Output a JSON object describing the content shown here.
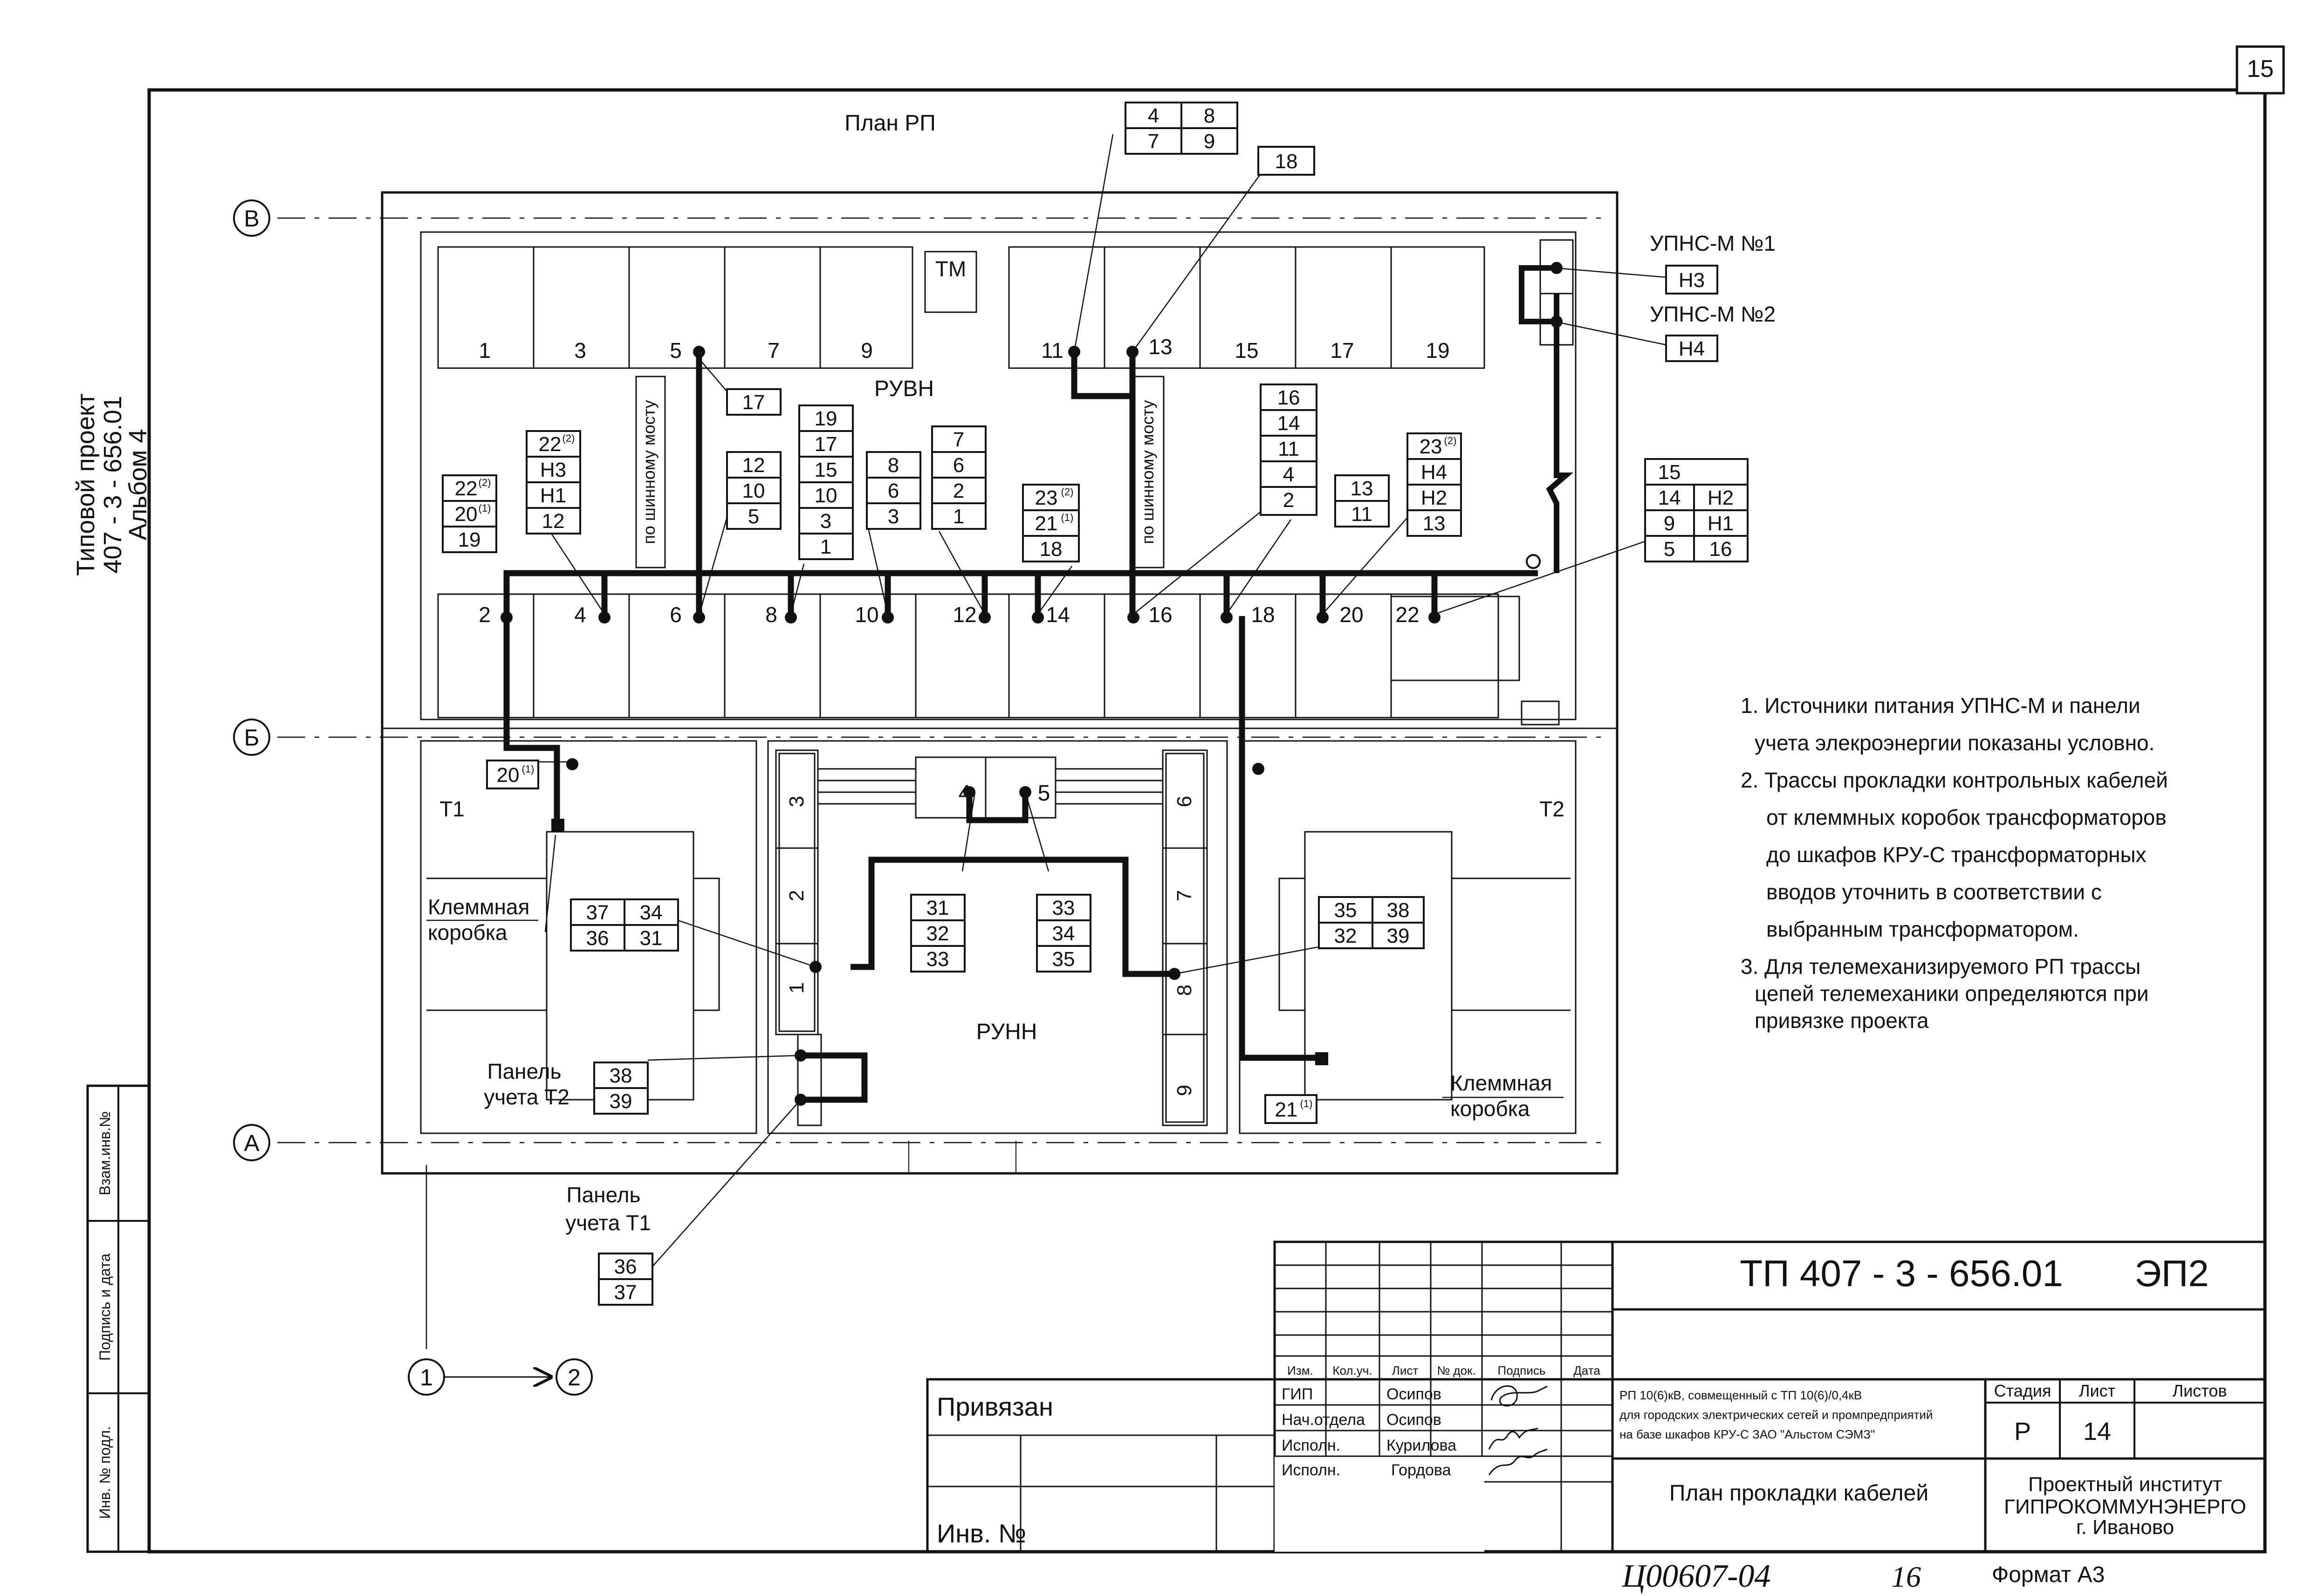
{
  "sheet_number": "15",
  "side_project": {
    "line1": "Типовой проект",
    "line2": "407 - 3 - 656.01",
    "line3": "Альбом 4"
  },
  "side_block_labels": [
    "Инв. № подл.",
    "Подпись и дата",
    "Взам.инв.№"
  ],
  "plan_title": "План РП",
  "axes": [
    "В",
    "Б",
    "А",
    "1",
    "2"
  ],
  "rooms": {
    "ruvn": "РУВН",
    "runn": "РУНН",
    "tm": "ТМ",
    "t1": "Т1",
    "t2": "Т2",
    "busbar": "по шинному мосту"
  },
  "upns": [
    "УПНС-М №1",
    "УПНС-М №2"
  ],
  "labels": {
    "terminal_box": "Клеммная",
    "terminal_box_2": "коробка",
    "panel": "Панель",
    "panel_t2": "учета Т2",
    "panel_t1": "учета Т1"
  },
  "top_cells": [
    "1",
    "3",
    "5",
    "7",
    "9",
    "11",
    "13",
    "15",
    "17",
    "19"
  ],
  "bottom_cells": [
    "2",
    "4",
    "6",
    "8",
    "10",
    "12",
    "14",
    "16",
    "18",
    "20",
    "22"
  ],
  "runn_cells": [
    "3",
    "2",
    "1",
    "6",
    "7",
    "8",
    "9",
    "4",
    "5"
  ],
  "cable_groups": {
    "top_a": [
      "4",
      "8",
      "7",
      "9"
    ],
    "top_b": [
      "18"
    ],
    "n3": [
      "Н3"
    ],
    "n4": [
      "Н4"
    ],
    "c17": [
      "17"
    ],
    "g1": [
      "22",
      "20",
      "19"
    ],
    "g2": [
      "22",
      "Н3",
      "Н1",
      "12"
    ],
    "g3": [
      "12",
      "10",
      "5"
    ],
    "g4": [
      "19",
      "17",
      "15",
      "10",
      "3",
      "1"
    ],
    "g5": [
      "8",
      "6",
      "3"
    ],
    "g6": [
      "7",
      "6",
      "2",
      "1"
    ],
    "g7": [
      "23",
      "21",
      "18"
    ],
    "g8": [
      "16",
      "14",
      "11",
      "4",
      "2"
    ],
    "g9": [
      "13",
      "11"
    ],
    "g10": [
      "23",
      "Н4",
      "Н2",
      "13"
    ],
    "g11": [
      "15",
      "14",
      "Н2",
      "9",
      "Н1",
      "5",
      "16"
    ],
    "g12": [
      "20"
    ],
    "g13": [
      "37",
      "34",
      "36",
      "31"
    ],
    "g14": [
      "31",
      "32",
      "33"
    ],
    "g15": [
      "33",
      "34",
      "35"
    ],
    "g16": [
      "35",
      "38",
      "32",
      "39"
    ],
    "g17": [
      "38",
      "39"
    ],
    "g18": [
      "21"
    ],
    "g19": [
      "36",
      "37"
    ]
  },
  "superscripts": [
    "(2)",
    "(1)"
  ],
  "notes": [
    "1. Источники питания УПНС-М и панели",
    "учета элекроэнергии показаны условно.",
    "2. Трассы прокладки контрольных кабелей",
    "от клеммных коробок трансформаторов",
    "до шкафов КРУ-С трансформаторных",
    "вводов уточнить в соответствии с",
    "выбранным трансформатором.",
    "3. Для телемеханизируемого РП трассы",
    "цепей телемеханики определяются при",
    "привязке проекта"
  ],
  "title_block": {
    "code": "ТП  407 - 3 - 656.01",
    "doc_mark": "ЭП2",
    "header": [
      "Изм.",
      "Кол.уч.",
      "Лист",
      "№ док.",
      "Подпись",
      "Дата"
    ],
    "roles": [
      "ГИП",
      "Нач.отдела",
      "Исполн.",
      "Исполн."
    ],
    "names": [
      "Осипов",
      "Осипов",
      "Курилова",
      "Гордова"
    ],
    "linked": "Привязан",
    "inv": "Инв. №",
    "description": [
      "РП 10(6)кВ, совмещенный с ТП 10(6)/0,4кВ",
      "для городских электрических сетей и промпредприятий",
      "на базе шкафов КРУ-С ЗАО \"Альстом СЭМЗ\""
    ],
    "stage_header": "Стадия",
    "sheet_header": "Лист",
    "sheets_header": "Листов",
    "stage": "Р",
    "sheet": "14",
    "drawing_title": "План прокладки кабелей",
    "org": [
      "Проектный институт",
      "ГИПРОКОММУНЭНЕРГО",
      "г. Иваново"
    ],
    "format": "Формат А3"
  },
  "archive_stamp": "Ц00607-04",
  "archive_page": "16"
}
